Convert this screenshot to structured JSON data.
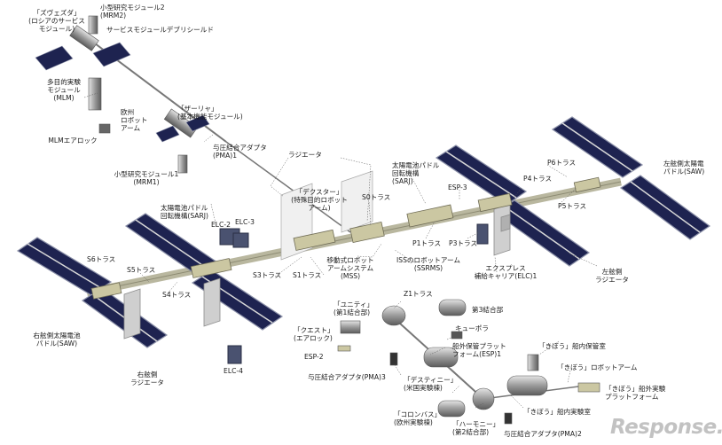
{
  "labels": {
    "zvezda": "「ズヴェズダ」\n(ロシアのサービス\nモジュール)",
    "mrm2": "小型研究モジュール2\n(MRM2)",
    "debris_shield": "サービスモジュールデブリシールド",
    "mlm": "多目的実験\nモジュール\n(MLM)",
    "era": "欧州\nロボット\nアーム",
    "mlm_airlock": "MLMエアロック",
    "zarya": "「ザーリャ」\n(基本機能モジュール)",
    "pma1": "与圧結合アダプタ\n(PMA)1",
    "mrm1": "小型研究モジュール1\n(MRM1)",
    "radiator": "ラジエータ",
    "dextre": "「デクスター」\n(特殊目的ロボット\nアーム)",
    "s0": "S0トラス",
    "sarj_port": "太陽電池パドル\n回転機構\n(SARJ)",
    "esp3": "ESP-3",
    "p4": "P4トラス",
    "p6": "P6トラス",
    "saw_port": "左舷側太陽電\nパドル(SAW)",
    "p5": "P5トラス",
    "sarj_stbd": "太陽電池パドル\n回転機構(SARJ)",
    "elc2": "ELC-2",
    "elc3": "ELC-3",
    "p1": "P1トラス",
    "p3": "P3トラス",
    "s6": "S6トラス",
    "s5": "S5トラス",
    "s3": "S3トラス",
    "s1": "S1トラス",
    "mss": "移動式ロボット\nアームシステム\n(MSS)",
    "ssrms": "ISSのロボットアーム\n(SSRMS)",
    "elc1": "エクスプレス\n補給キャリア(ELC)1",
    "port_radiator": "左舷側\nラジエータ",
    "s4": "S4トラス",
    "z1": "Z1トラス",
    "unity": "「ユニティ」\n(第1結合部)",
    "node3": "第3結合部",
    "cupola": "キューポラ",
    "saw_stbd": "右舷側太陽電池\nパドル(SAW)",
    "quest": "「クエスト」\n(エアロック)",
    "esp2": "ESP-2",
    "esp1": "船外保管プラット\nフォーム(ESP)1",
    "kibo_elm": "「きぼう」船内保管室",
    "stbd_radiator": "右舷側\nラジエータ",
    "elc4": "ELC-4",
    "pma3": "与圧結合アダプタ(PMA)3",
    "destiny": "「デスティニー」\n(米国実験棟)",
    "kibo_arm": "「きぼう」ロボットアーム",
    "kibo_ef": "「きぼう」船外実験\nプラットフォーム",
    "columbus": "「コロンバス」\n(欧州実験棟)",
    "harmony": "「ハーモニー」\n(第2結合部)",
    "kibo_pm": "「きぼう」船内実験室",
    "pma2": "与圧結合アダプタ(PMA)2"
  },
  "watermark": "Response.",
  "colors": {
    "panel": "#1e2350",
    "panel_edge": "#8b90a8",
    "truss": "#c9c6a8",
    "module": "#b7b7b7",
    "line": "#555555"
  }
}
